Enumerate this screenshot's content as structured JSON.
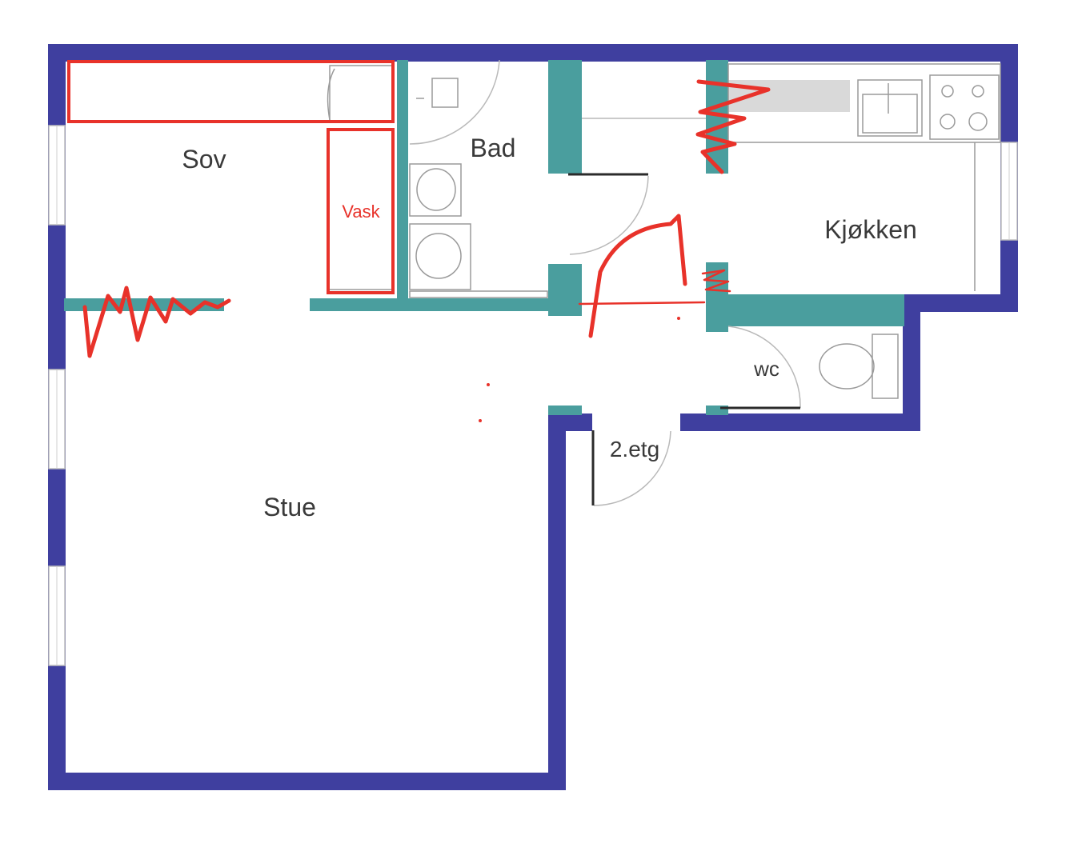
{
  "floorplan": {
    "rooms": {
      "sov": "Sov",
      "bad": "Bad",
      "kjokken": "Kjøkken",
      "wc": "wc",
      "stue": "Stue",
      "stairs": "2.etg"
    },
    "annotations": {
      "vask": "Vask"
    },
    "colors": {
      "exterior_wall": "#3f3f9f",
      "interior_wall": "#4a9e9e",
      "markup": "#e8322a",
      "label": "#3a3a3a"
    }
  }
}
